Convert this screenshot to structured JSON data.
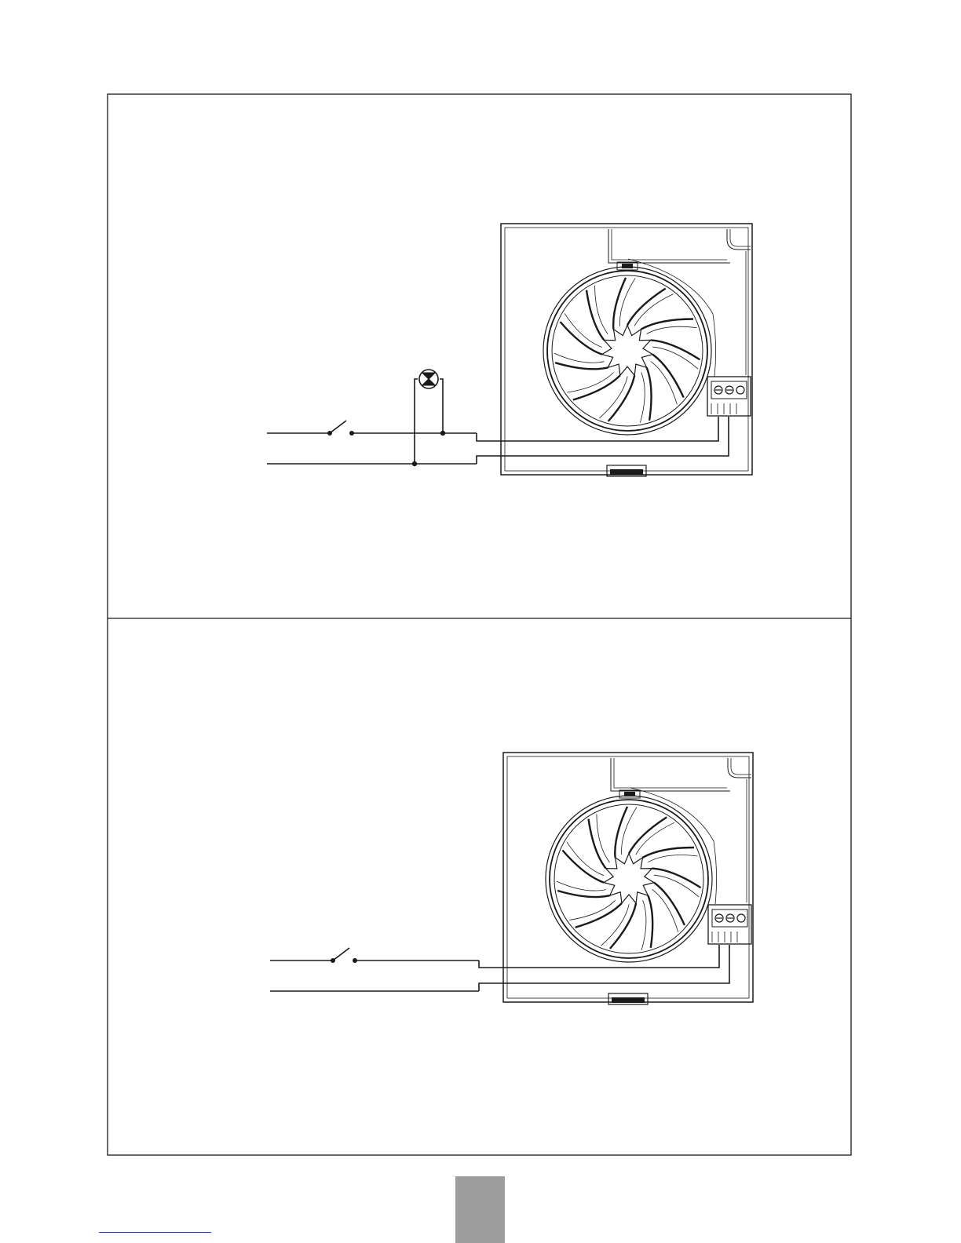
{
  "document": {
    "panels": [
      {
        "id": "panel-1",
        "circuit": "switch-with-indicator-lamp",
        "components": [
          "switch-icon",
          "indicator-lamp-icon",
          "fan-unit",
          "terminal-block"
        ]
      },
      {
        "id": "panel-2",
        "circuit": "switch-only",
        "components": [
          "switch-icon",
          "fan-unit",
          "terminal-block"
        ]
      }
    ],
    "terminal_count": 3,
    "fan_blade_count": 11,
    "page_tab_color": "#9d9d9d",
    "footer_link_color": "#2a3fd6",
    "line_color": "#1a1a1a"
  }
}
